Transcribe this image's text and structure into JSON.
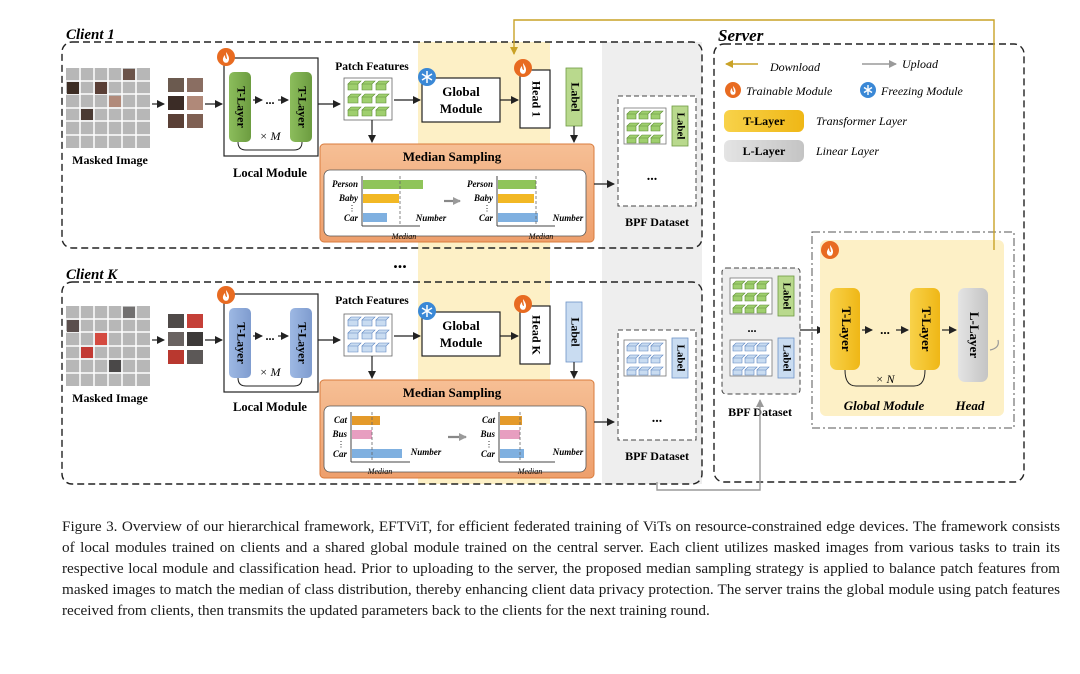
{
  "clients": [
    {
      "title": "Client 1",
      "head": "Head 1",
      "ms_top": [
        "Person",
        "Baby",
        "Car"
      ],
      "ms_bot": [
        "Person",
        "Baby",
        "Car"
      ]
    },
    {
      "title": "Client K",
      "head": "Head K",
      "ms_top": [
        "Cat",
        "Bus",
        "Car"
      ],
      "ms_bot": [
        "Cat",
        "Bus",
        "Car"
      ]
    }
  ],
  "labels": {
    "masked_image": "Masked Image",
    "t_layer": "T-Layer",
    "l_layer": "L-Layer",
    "times_m": "× M",
    "times_n": "× N",
    "local_module": "Local Module",
    "patch_features": "Patch Features",
    "global_module": "Global Module",
    "global_module_line1": "Global",
    "global_module_line2": "Module",
    "label": "Label",
    "median_sampling": "Median Sampling",
    "median": "Median",
    "number": "Number",
    "bpf_dataset": "BPF Dataset",
    "ellipsis": "...",
    "vdots": "⋮",
    "head": "Head",
    "server": "Server"
  },
  "legend": {
    "download": "Download",
    "upload": "Upload",
    "trainable": "Trainable Module",
    "freezing": "Freezing Module",
    "t_layer_desc": "Transformer Layer",
    "l_layer_desc": "Linear Layer"
  },
  "colors": {
    "green": "#7aa84a",
    "green_light": "#b9d98d",
    "blue": "#8ea9d8",
    "blue_light": "#c9dcf1",
    "orange_bg": "#f3b183",
    "orange_border": "#d97b3c",
    "gold": "#f5c41f",
    "gray_layer": "#d4d4d4",
    "yellow_band": "#fdf0c6",
    "gray_band": "#eeeeee",
    "download_arrow": "#c9a227",
    "upload_arrow": "#9a9a9a",
    "bar_green": "#8fc45a",
    "bar_yellow": "#f2b824",
    "bar_blue": "#7fb0e0",
    "bar_orange": "#e49a2a",
    "bar_pink": "#e79ec0"
  },
  "icons": [
    "fire-icon",
    "snowflake-icon"
  ],
  "caption": "Figure 3. Overview of our hierarchical framework, EFTViT, for efficient federated training of ViTs on resource-constrained edge devices. The framework consists of local modules trained on clients and a shared global module trained on the central server. Each client utilizes masked images from various tasks to train its respective local module and classification head. Prior to uploading to the server, the proposed median sampling strategy is applied to balance patch features from masked images to match the median of class distribution, thereby enhancing client data privacy protection. The server trains the global module using patch features received from clients, then transmits the updated parameters back to the clients for the next training round."
}
